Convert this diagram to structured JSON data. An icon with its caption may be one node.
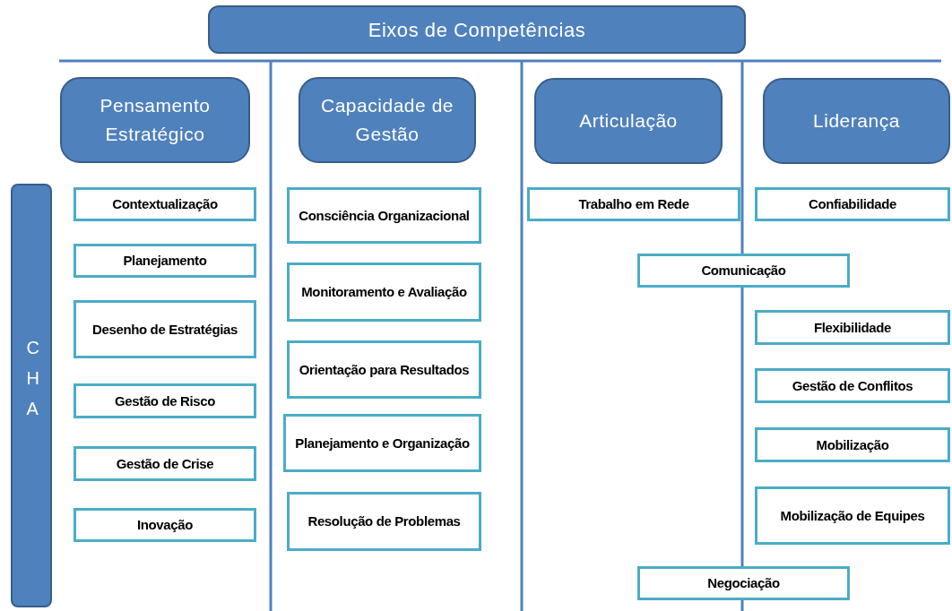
{
  "diagram": {
    "nodes": [
      {
        "text": [
          "Eixos de Competências"
        ]
      },
      {
        "text": [
          "Pensamento Estratégico"
        ]
      },
      {
        "text": [
          "Capacidade de Gestão"
        ]
      },
      {
        "text": [
          "Articulação"
        ]
      },
      {
        "text": [
          "Liderança"
        ]
      },
      {
        "text": [
          "CHA"
        ]
      },
      {
        "text": [
          "Contextualização"
        ]
      },
      {
        "text": [
          "Consciência Organizacional"
        ]
      },
      {
        "text": [
          "Trabalho em Rede"
        ]
      },
      {
        "text": [
          "Confiabilidade"
        ]
      },
      {
        "text": [
          "Planejamento"
        ]
      },
      {
        "text": [
          "Monitoramento e Avaliação"
        ]
      },
      {
        "text": [
          "Comunicação"
        ]
      },
      {
        "text": [
          "Desenho de Estratégias"
        ]
      },
      {
        "text": [
          "Flexibilidade"
        ]
      },
      {
        "text": [
          "Orientação para Resultados"
        ]
      },
      {
        "text": [
          "Gestão de Risco"
        ]
      },
      {
        "text": [
          "Gestão de Conflitos"
        ]
      },
      {
        "text": [
          "Planejamento e Organização"
        ]
      },
      {
        "text": [
          "Mobilização"
        ]
      },
      {
        "text": [
          "Gestão de Crise"
        ]
      },
      {
        "text": [
          "Mobilização de Equipes"
        ]
      },
      {
        "text": [
          "Inovação"
        ]
      },
      {
        "text": [
          "Resolução de Problemas"
        ]
      },
      {
        "text": [
          "Negociação"
        ]
      }
    ]
  }
}
